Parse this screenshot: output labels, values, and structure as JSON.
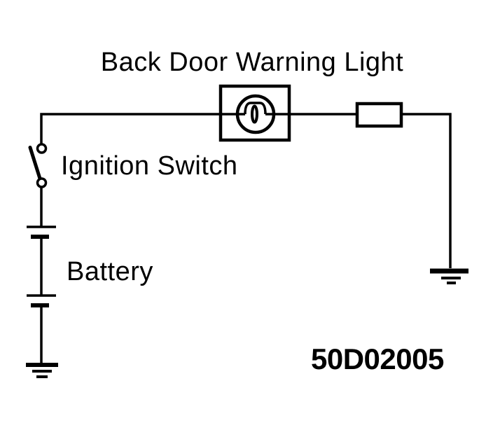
{
  "page": {
    "background_color": "#ffffff",
    "line_color": "#000000"
  },
  "diagram": {
    "title": "Back Door Warning Light",
    "ignition_switch_label": "Ignition Switch",
    "battery_label": "Battery",
    "part_number": "50D02005"
  }
}
